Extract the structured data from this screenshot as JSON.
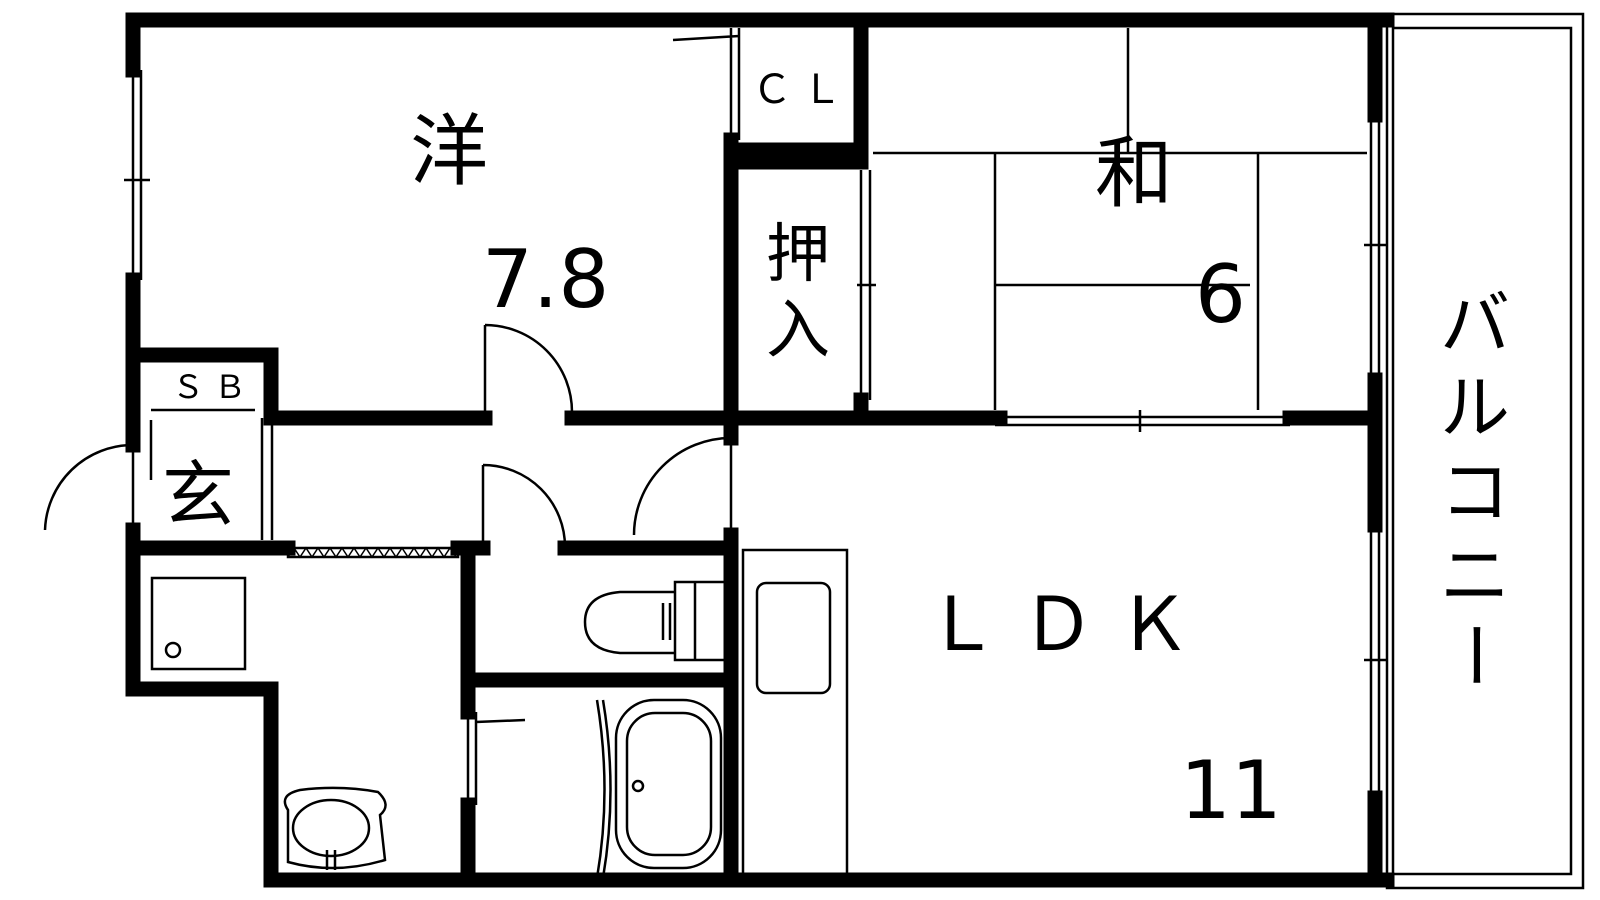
{
  "floor_plan": {
    "rooms": {
      "western": {
        "name": "洋",
        "size": "7.8"
      },
      "japanese": {
        "name": "和",
        "size": "6"
      },
      "ldk": {
        "name": "ＬＤＫ",
        "size": "11"
      },
      "oshiire": {
        "name_line1": "押",
        "name_line2": "入"
      },
      "closet": {
        "name": "ＣＬ"
      },
      "shoebox": {
        "name": "ＳＢ"
      },
      "entrance": {
        "name": "玄"
      },
      "balcony": {
        "chars": [
          "バ",
          "ル",
          "コ",
          "ニ",
          "ー"
        ]
      }
    }
  }
}
